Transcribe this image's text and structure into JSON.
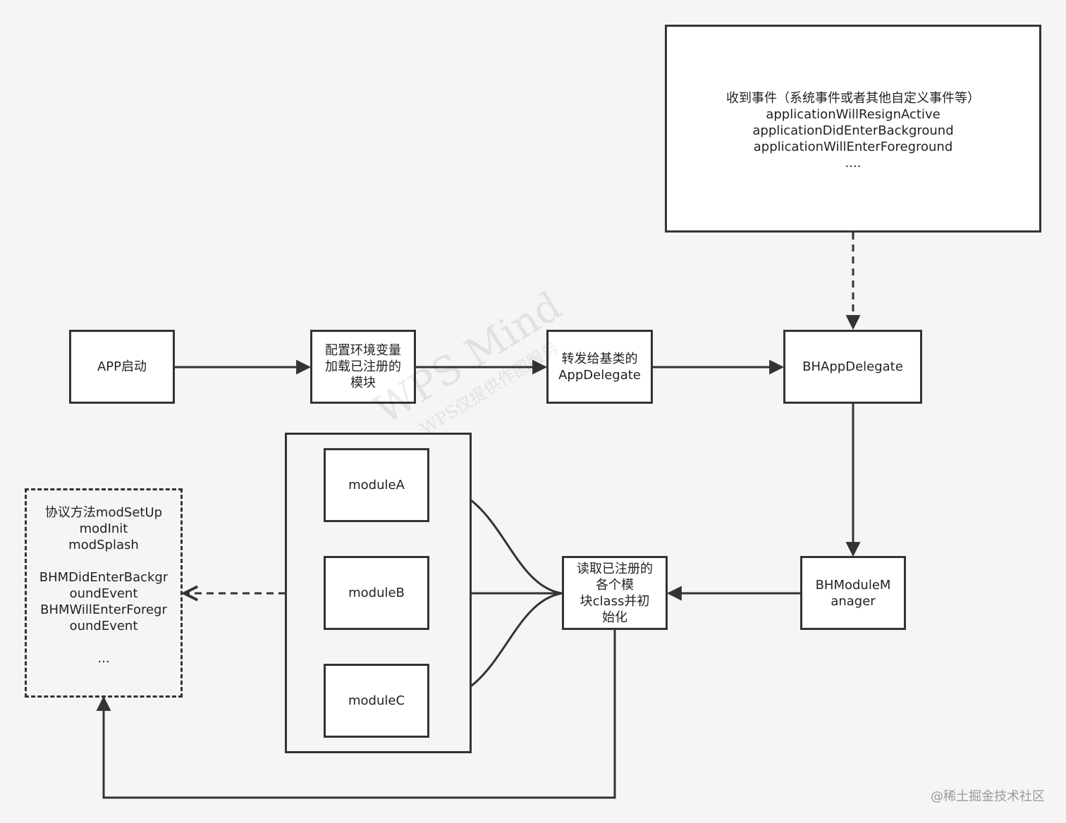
{
  "nodes": {
    "event_box": {
      "lines": [
        "收到事件（系统事件或者其他自定义事件等）",
        "applicationWillResignActive",
        "applicationDidEnterBackground",
        "applicationWillEnterForeground",
        "...."
      ]
    },
    "app_start": {
      "label": "APP启动"
    },
    "config": {
      "lines": [
        "配置环境变量",
        "加载已注册的",
        "模块"
      ]
    },
    "forward": {
      "lines": [
        "转发给基类的",
        "AppDelegate"
      ]
    },
    "bh_app_delegate": {
      "label": "BHAppDelegate"
    },
    "bh_module_manager": {
      "lines": [
        "BHModuleM",
        "anager"
      ]
    },
    "read_init": {
      "lines": [
        "读取已注册的",
        "各个模",
        "块class并初",
        "始化"
      ]
    },
    "module_a": {
      "label": "moduleA"
    },
    "module_b": {
      "label": "moduleB"
    },
    "module_c": {
      "label": "moduleC"
    },
    "protocol_methods": {
      "lines": [
        "协议方法modSetUp",
        "modInit",
        "modSplash",
        "",
        "BHMDidEnterBackgr",
        "oundEvent",
        "BHMWillEnterForegr",
        "oundEvent",
        "",
        "..."
      ]
    }
  },
  "watermark": {
    "main": "WPS Mind",
    "sub": "WPS仅提供作图服务"
  },
  "footer": {
    "credit": "@稀土掘金技术社区"
  },
  "colors": {
    "line": "#333333",
    "box_fill": "#ffffff",
    "background": "#f5f5f5",
    "footer_text": "#9a9a9a"
  }
}
